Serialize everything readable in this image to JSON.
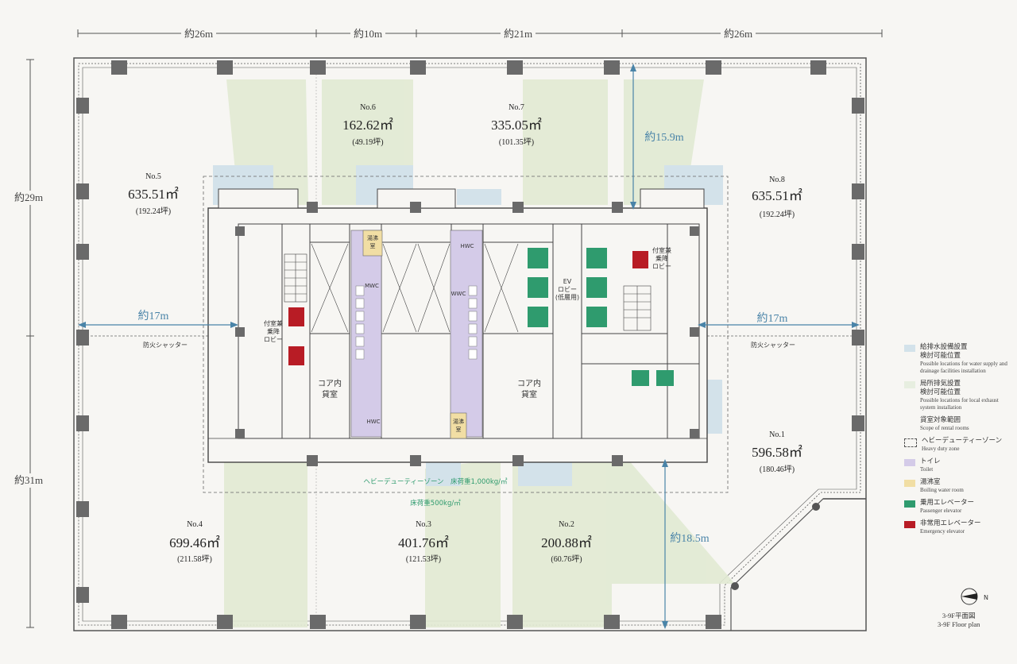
{
  "dimensions": {
    "top": [
      "約26m",
      "約10m",
      "約21m",
      "約26m"
    ],
    "left": [
      "約29m",
      "約31m"
    ]
  },
  "measurements": {
    "m15_9": "約15.9m",
    "m17_left": "約17m",
    "m17_right": "約17m",
    "m18_5": "約18.5m"
  },
  "units": [
    {
      "no": "No.5",
      "area": "635.51㎡",
      "tsubo": "(192.24坪)"
    },
    {
      "no": "No.6",
      "area": "162.62㎡",
      "tsubo": "(49.19坪)"
    },
    {
      "no": "No.7",
      "area": "335.05㎡",
      "tsubo": "(101.35坪)"
    },
    {
      "no": "No.8",
      "area": "635.51㎡",
      "tsubo": "(192.24坪)"
    },
    {
      "no": "No.1",
      "area": "596.58㎡",
      "tsubo": "(180.46坪)"
    },
    {
      "no": "No.2",
      "area": "200.88㎡",
      "tsubo": "(60.76坪)"
    },
    {
      "no": "No.3",
      "area": "401.76㎡",
      "tsubo": "(121.53坪)"
    },
    {
      "no": "No.4",
      "area": "699.46㎡",
      "tsubo": "(211.58坪)"
    }
  ],
  "labels": {
    "fire_shutter_left": "防火シャッター",
    "fire_shutter_right": "防火シャッター",
    "core_rental_left": [
      "コア内",
      "貸室"
    ],
    "core_rental_right": [
      "コア内",
      "貸室"
    ],
    "ev_lobby": [
      "EV",
      "ロビー",
      "(低層用)"
    ],
    "heavy_duty": "ヘビーデューティーゾーン　床荷重1,000kg/㎡",
    "floor_load": "床荷重500kg/㎡",
    "emergency_lobby_left": [
      "付室兼",
      "乗降",
      "ロビー"
    ],
    "emergency_lobby_right": [
      "付室兼",
      "乗降",
      "ロビー"
    ],
    "boiling_top": [
      "湯沸",
      "室"
    ],
    "boiling_bottom": [
      "湯沸",
      "室"
    ],
    "hwc_top": "HWC",
    "hwc_bottom": "HWC",
    "mwc": "MWC",
    "wwc": "WWC"
  },
  "legend": [
    {
      "ja": "給排水設備設置\n検討可能位置",
      "en": "Possible locations for water supply and drainage facilities installation",
      "color": "#d3e2ea",
      "style": "fill"
    },
    {
      "ja": "局所排気設置\n検討可能位置",
      "en": "Possible locations for local exhaust system installation",
      "color": "#e7eee0",
      "style": "fill"
    },
    {
      "ja": "貸室対象範囲",
      "en": "Scope of rental rooms",
      "color": "#f7f6f3",
      "style": "none"
    },
    {
      "ja": "ヘビーデューティーゾーン",
      "en": "Heavy duty zone",
      "color": "#555555",
      "style": "dashed"
    },
    {
      "ja": "トイレ",
      "en": "Toilet",
      "color": "#d4cbe8",
      "style": "fill"
    },
    {
      "ja": "湯沸室",
      "en": "Boiling water room",
      "color": "#f1dea4",
      "style": "fill"
    },
    {
      "ja": "乗用エレベーター",
      "en": "Passenger elevator",
      "color": "#2f9b6e",
      "style": "fill"
    },
    {
      "ja": "非常用エレベーター",
      "en": "Emergency elevator",
      "color": "#b81c25",
      "style": "fill"
    }
  ],
  "plan_title": {
    "ja": "3-9F平面図",
    "en": "3-9F Floor plan"
  },
  "north_label": "N",
  "colors": {
    "passenger": "#2f9b6e",
    "emergency": "#b81c25",
    "toilet": "#d4cbe8",
    "boiling": "#f1dea4",
    "water": "#d3e2ea",
    "exhaust": "#e1ead3",
    "measure": "#4a84a8"
  }
}
